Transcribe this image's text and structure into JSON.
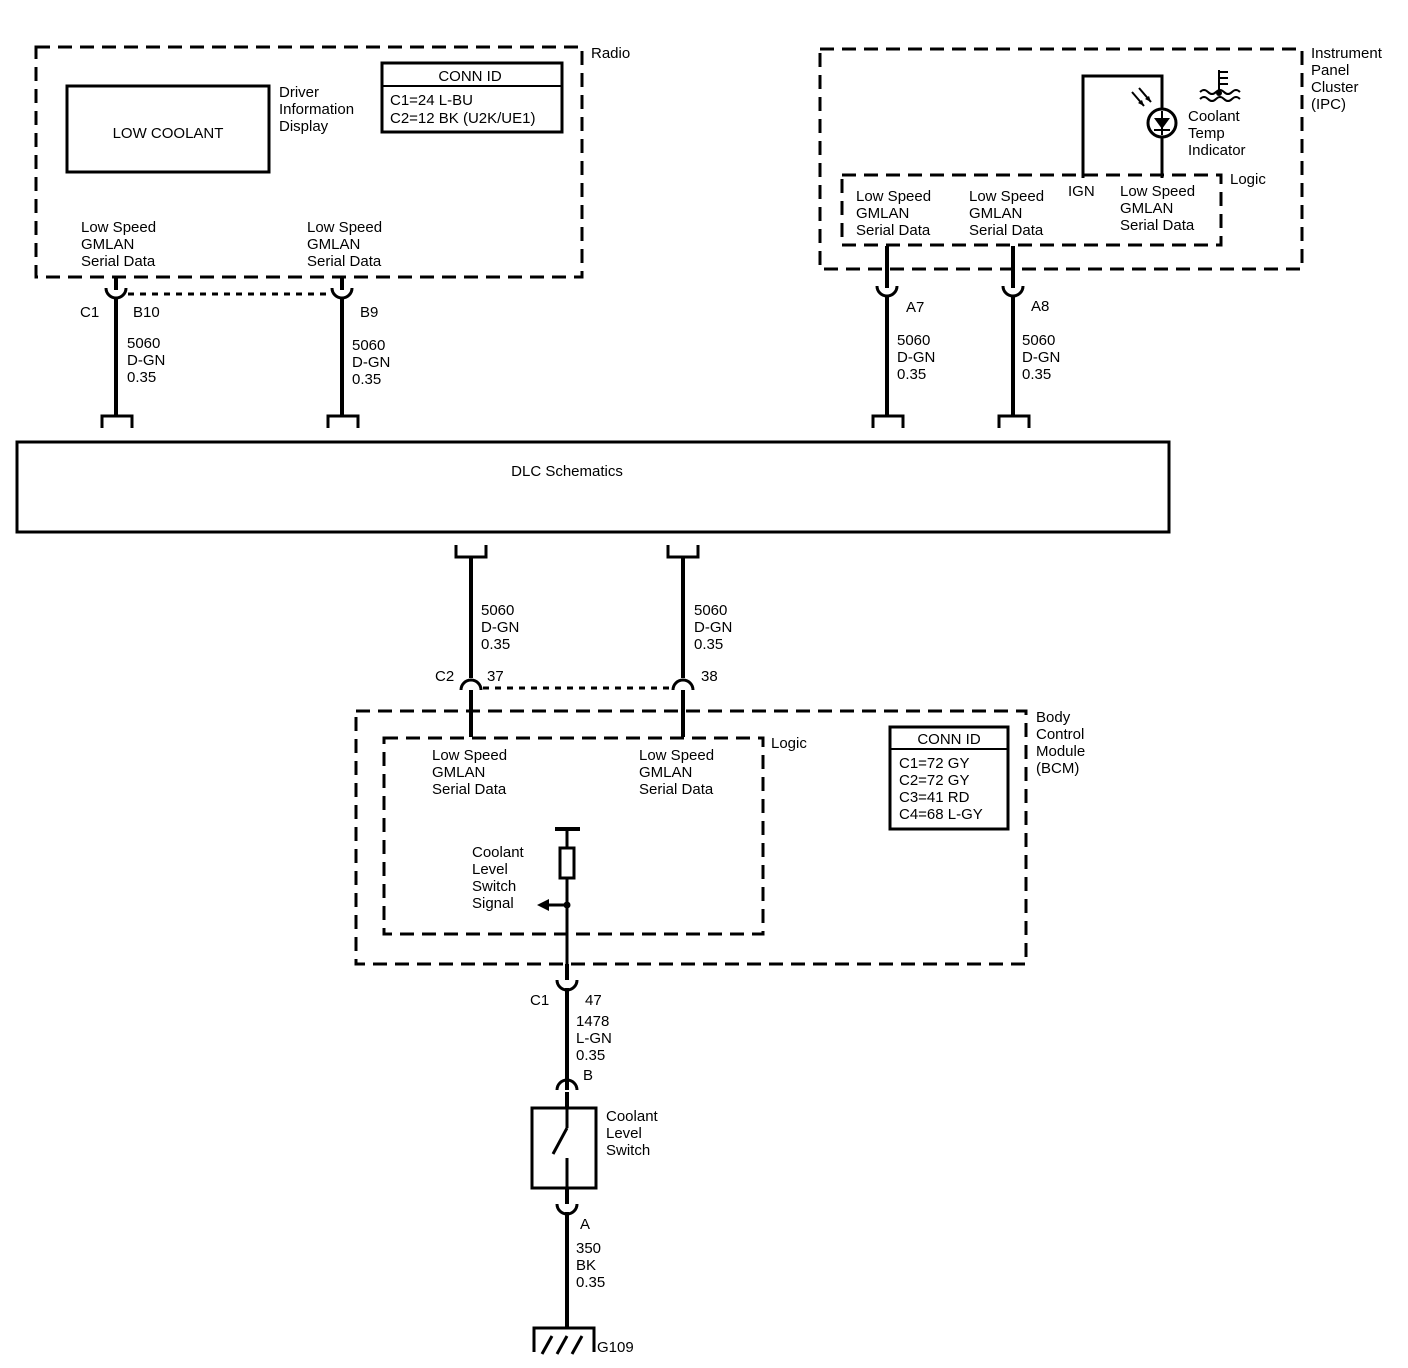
{
  "radio": {
    "title": "Radio",
    "display_label": [
      "Driver",
      "Information",
      "Display"
    ],
    "display_text": "LOW COOLANT",
    "conn_header": "CONN ID",
    "conn_lines": [
      "C1=24 L-BU",
      "C2=12 BK (U2K/UE1)"
    ],
    "pin_left_label": [
      "Low Speed",
      "GMLAN",
      "Serial Data"
    ],
    "pin_right_label": [
      "Low Speed",
      "GMLAN",
      "Serial Data"
    ],
    "connector": "C1",
    "pin_left": "B10",
    "pin_right": "B9",
    "wire_left": [
      "5060",
      "D-GN",
      "0.35"
    ],
    "wire_right": [
      "5060",
      "D-GN",
      "0.35"
    ]
  },
  "ipc": {
    "title": [
      "Instrument",
      "Panel",
      "Cluster",
      "(IPC)"
    ],
    "indicator_label": [
      "Coolant",
      "Temp",
      "Indicator"
    ],
    "logic_label": "Logic",
    "ign_label": "IGN",
    "col1_label": [
      "Low Speed",
      "GMLAN",
      "Serial Data"
    ],
    "col2_label": [
      "Low Speed",
      "GMLAN",
      "Serial Data"
    ],
    "col3_label": [
      "Low Speed",
      "GMLAN",
      "Serial Data"
    ],
    "pin_a7": "A7",
    "pin_a8": "A8",
    "wire_a7": [
      "5060",
      "D-GN",
      "0.35"
    ],
    "wire_a8": [
      "5060",
      "D-GN",
      "0.35"
    ]
  },
  "dlc": {
    "label": "DLC Schematics"
  },
  "bcm": {
    "title": [
      "Body",
      "Control",
      "Module",
      "(BCM)"
    ],
    "logic_label": "Logic",
    "conn_header": "CONN ID",
    "conn_lines": [
      "C1=72 GY",
      "C2=72 GY",
      "C3=41 RD",
      "C4=68 L-GY"
    ],
    "wire_37": [
      "5060",
      "D-GN",
      "0.35"
    ],
    "wire_38": [
      "5060",
      "D-GN",
      "0.35"
    ],
    "connector_c2": "C2",
    "pin_37": "37",
    "pin_38": "38",
    "data_left": [
      "Low Speed",
      "GMLAN",
      "Serial Data"
    ],
    "data_right": [
      "Low Speed",
      "GMLAN",
      "Serial Data"
    ],
    "switch_signal": [
      "Coolant",
      "Level",
      "Switch",
      "Signal"
    ],
    "connector_c1": "C1",
    "pin_47": "47",
    "wire_47": [
      "1478",
      "L-GN",
      "0.35"
    ]
  },
  "switch": {
    "pin_b": "B",
    "label": [
      "Coolant",
      "Level",
      "Switch"
    ],
    "pin_a": "A",
    "wire_ground": [
      "350",
      "BK",
      "0.35"
    ],
    "ground": "G109"
  }
}
